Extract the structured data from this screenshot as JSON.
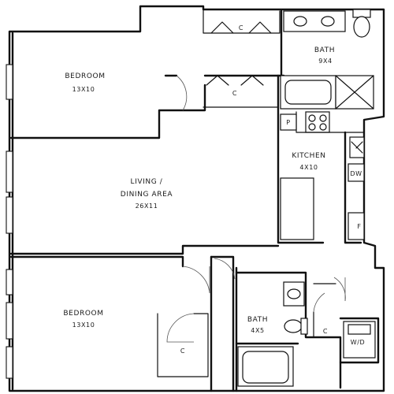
{
  "rooms": {
    "bedroom_top": {
      "name": "BEDROOM",
      "size": "13X10"
    },
    "bath_top": {
      "name": "BATH",
      "size": "9X4"
    },
    "kitchen": {
      "name": "KITCHEN",
      "size": "4X10"
    },
    "living": {
      "name_line1": "LIVING /",
      "name_line2": "DINING AREA",
      "size": "26X11"
    },
    "bedroom_bottom": {
      "name": "BEDROOM",
      "size": "13X10"
    },
    "bath_bottom": {
      "name": "BATH",
      "size": "4X5"
    }
  },
  "labels": {
    "closet_top_right": "C",
    "closet_mid": "C",
    "closet_bedroom_bottom": "C",
    "closet_bottom_right": "C",
    "pantry": "P",
    "dishwasher": "DW",
    "fridge": "F",
    "washer_dryer": "W/D"
  }
}
